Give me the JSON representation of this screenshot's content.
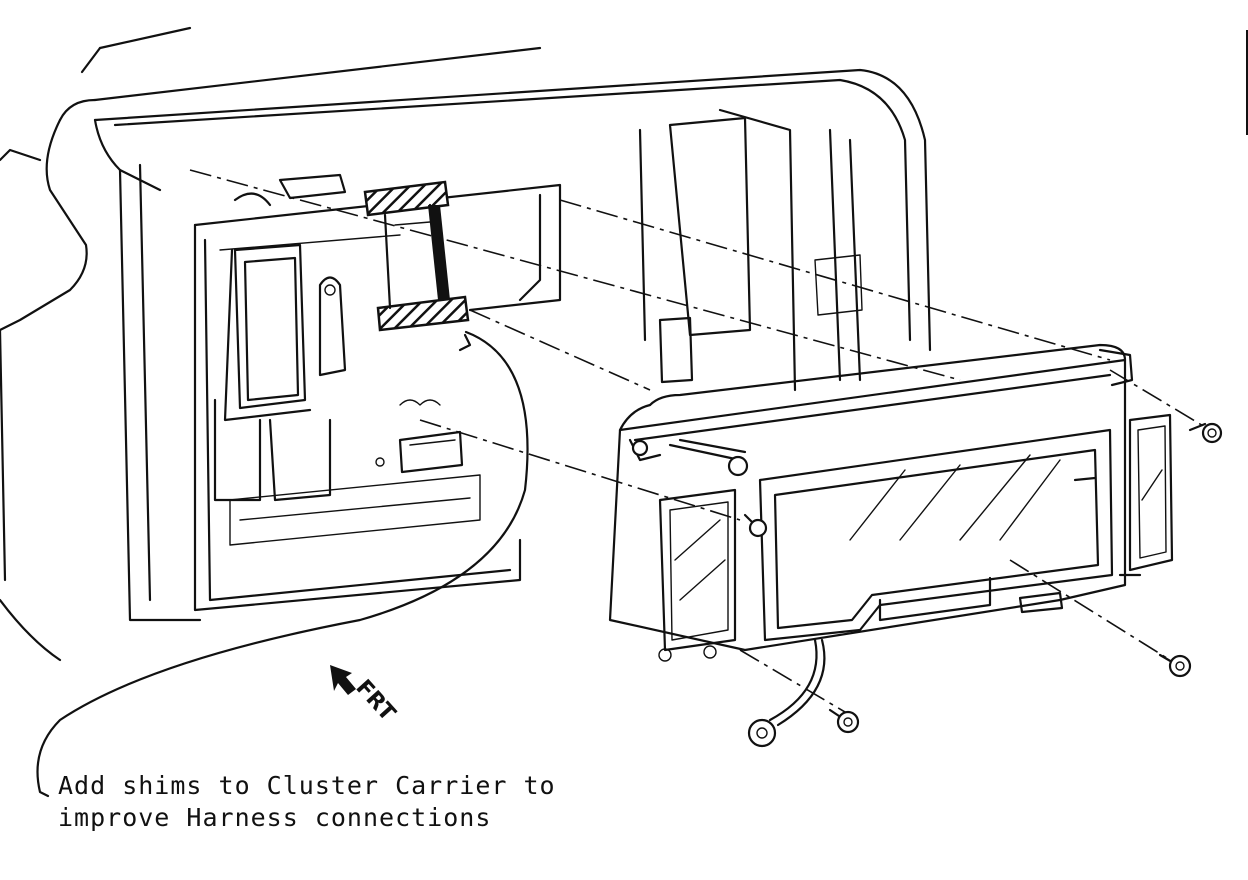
{
  "figure": {
    "callout_line1": "Add shims to Cluster Carrier to",
    "callout_line2": "improve Harness connections",
    "direction_marker": "FRT",
    "direction_icon": "arrow-front-icon"
  }
}
